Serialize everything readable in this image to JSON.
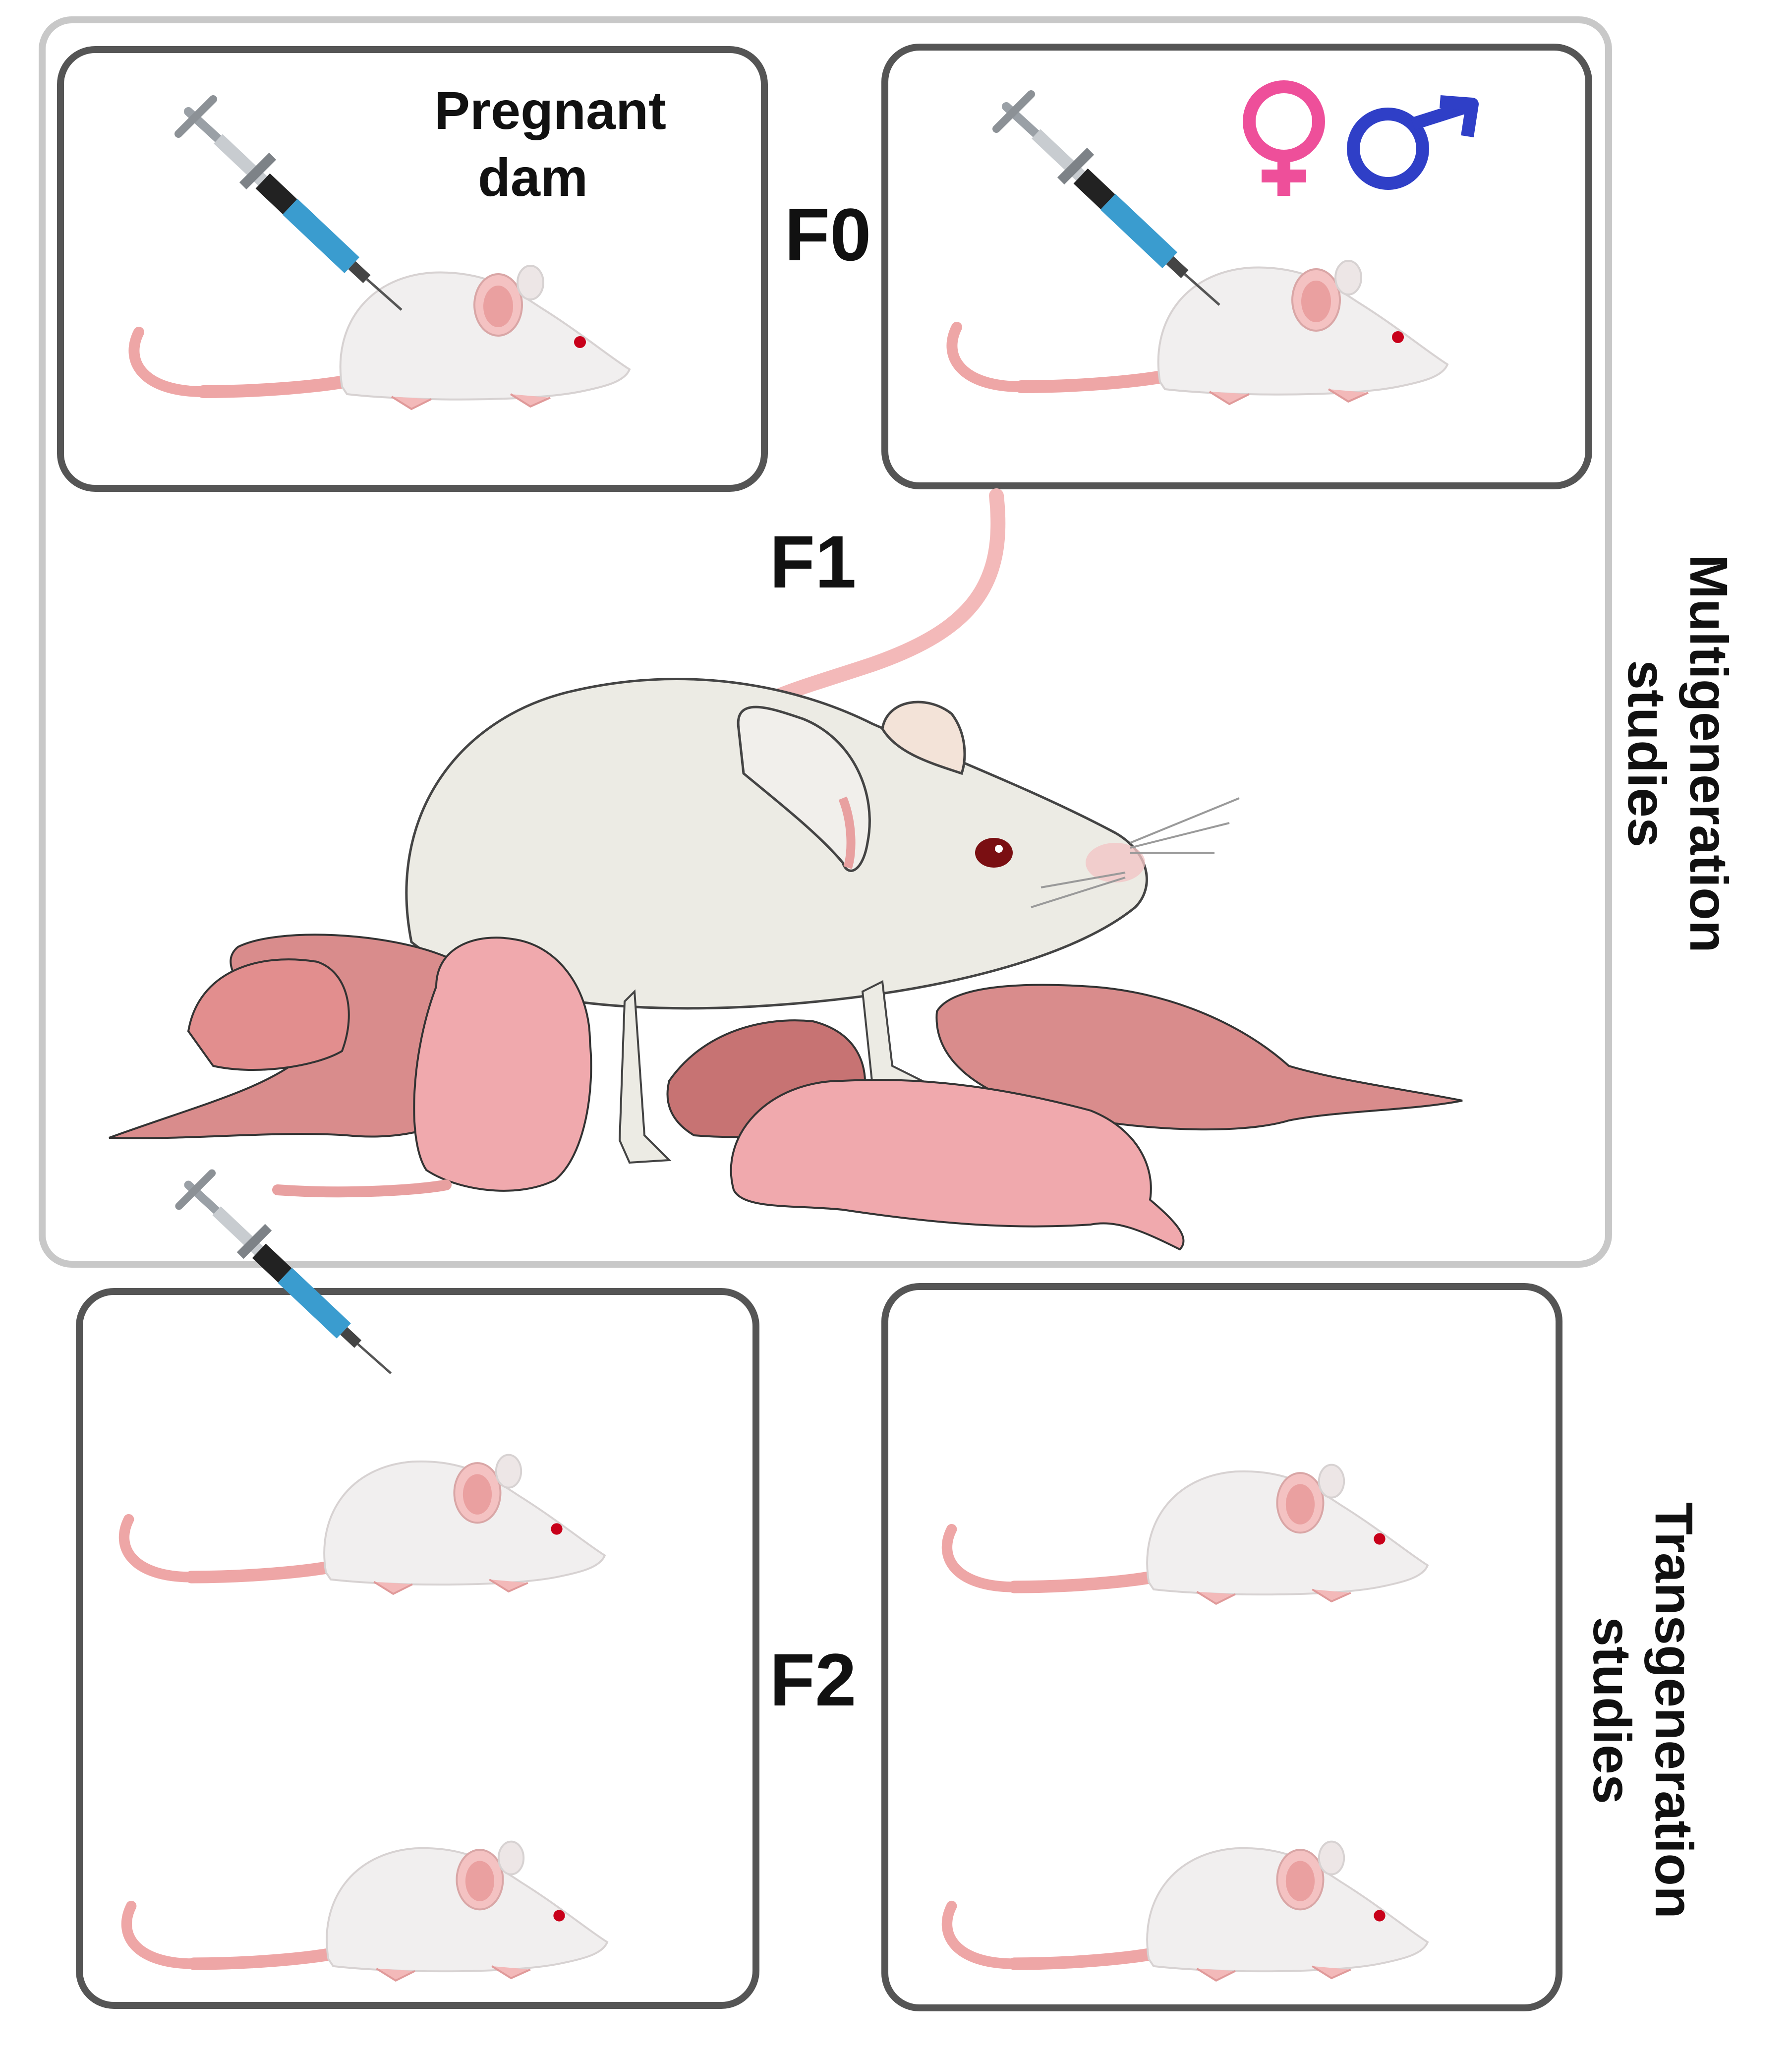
{
  "labels": {
    "pregnant_line1": "Pregnant",
    "pregnant_line2": "dam",
    "f0": "F0",
    "f1": "F1",
    "f2": "F2",
    "multigen_line1": "Multigeneration",
    "multigen_line2": "studies",
    "transgen_line1": "Transgeneration",
    "transgen_line2": "studies"
  },
  "colors": {
    "panel_border": "#555555",
    "outer_border": "#c8c8c8",
    "mouse_body": "#f1efef",
    "mouse_tail": "#eea6a6",
    "pup": "#e89a9a",
    "pup_dark": "#c97a7a",
    "syringe_barrel": "#3a9ccf",
    "female_symbol": "#ee4f9a",
    "male_symbol": "#2f3fc7"
  },
  "icons": {
    "female": "female-symbol-icon",
    "male": "male-symbol-icon",
    "syringe": "syringe-icon",
    "mouse": "mouse-icon"
  }
}
